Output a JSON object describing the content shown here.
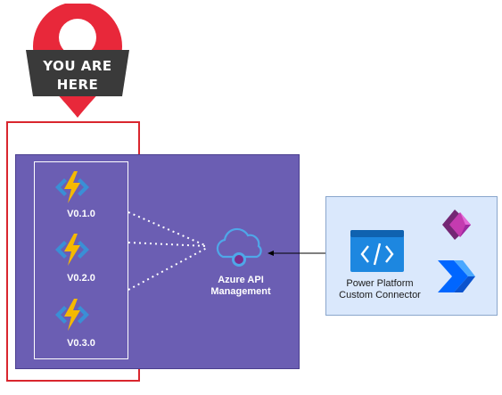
{
  "pin": {
    "line1": "YOU ARE",
    "line2": "HERE",
    "colors": {
      "marker": "#e8283a",
      "banner": "#3a3a3a"
    }
  },
  "versions": [
    {
      "label": "V0.1.0",
      "icon": "azure-function-icon"
    },
    {
      "label": "V0.2.0",
      "icon": "azure-function-icon"
    },
    {
      "label": "V0.3.0",
      "icon": "azure-function-icon"
    }
  ],
  "apim": {
    "line1": "Azure API",
    "line2": "Management",
    "icon": "api-management-cloud-icon"
  },
  "power_platform": {
    "line1": "Power Platform",
    "line2": "Custom Connector",
    "connector_icon": "custom-connector-code-icon",
    "app_icons": [
      "power-apps-icon",
      "power-automate-icon"
    ]
  },
  "colors": {
    "apim_background": "#6b5eb3",
    "highlight_border": "#d9262e",
    "power_platform_background": "#dae8fc"
  }
}
